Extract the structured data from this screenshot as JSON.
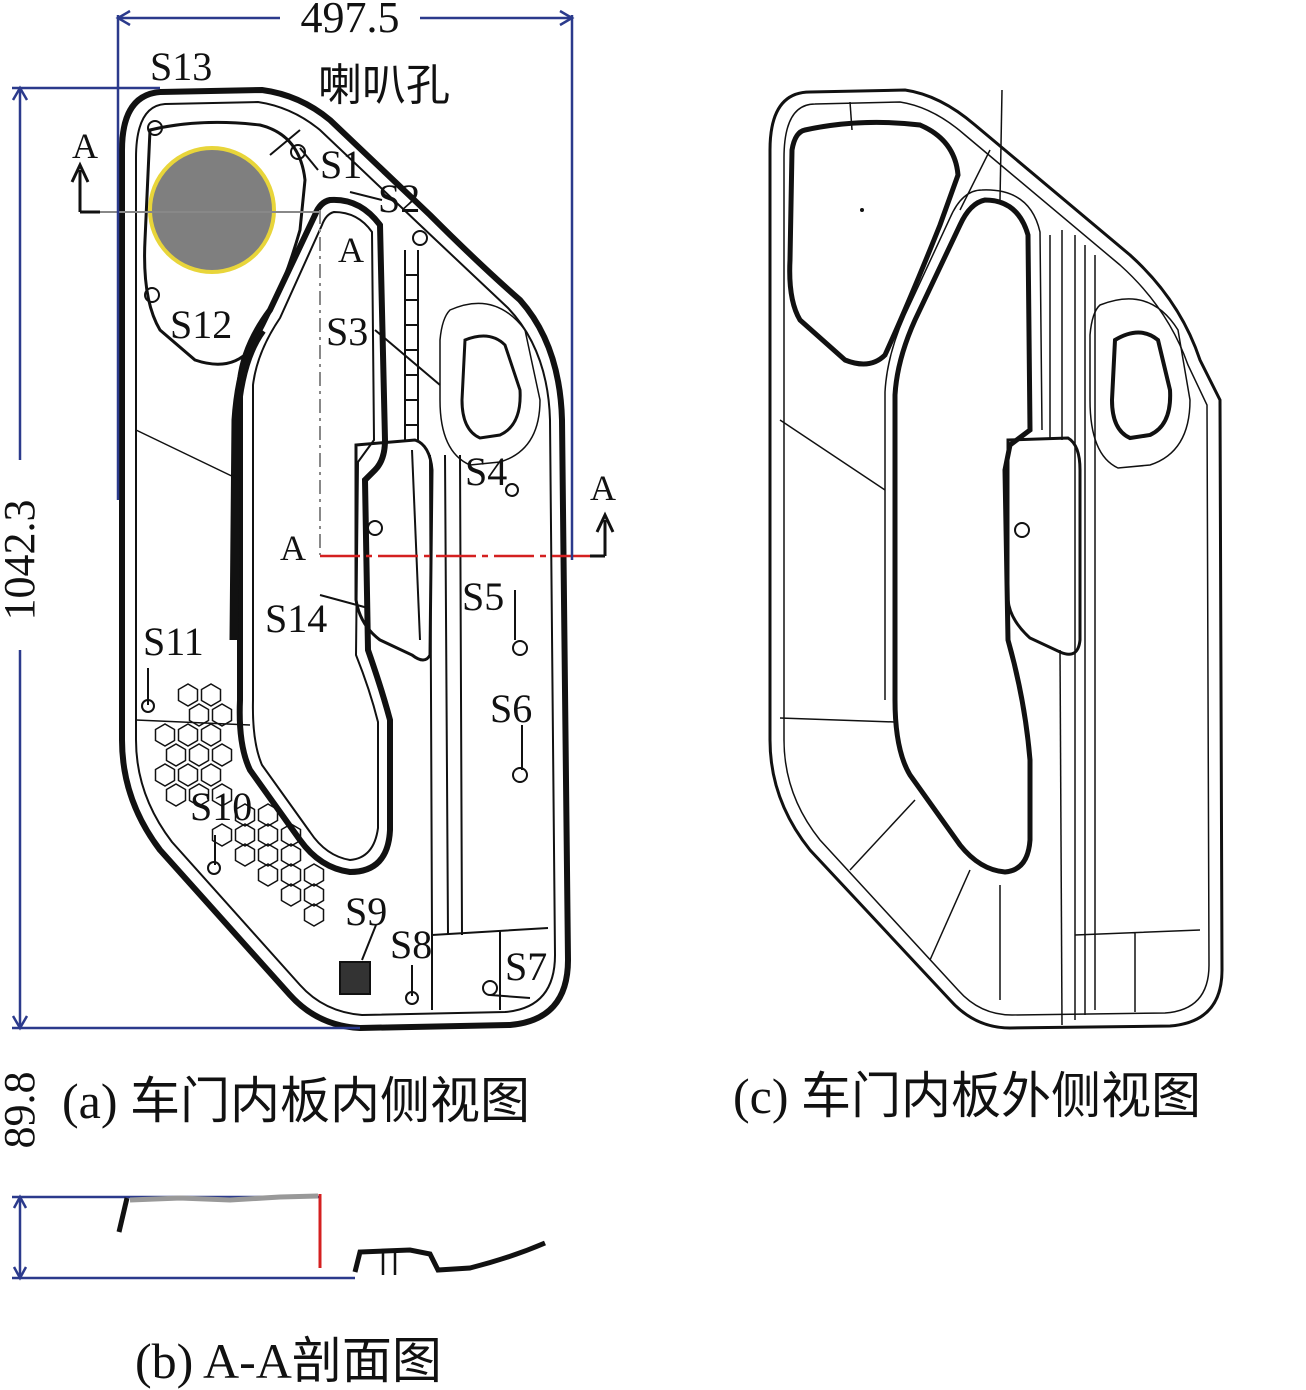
{
  "dimensions": {
    "width_value": "497.5",
    "height_value": "1042.3",
    "section_height_value": "89.8"
  },
  "speaker_hole_label": "喇叭孔",
  "section_marker": "A",
  "surface_labels": [
    "S1",
    "S2",
    "S3",
    "S4",
    "S5",
    "S6",
    "S7",
    "S8",
    "S9",
    "S10",
    "S11",
    "S12",
    "S13",
    "S14"
  ],
  "captions": {
    "inner_view": "(a) 车门内板内侧视图",
    "section_view": "(b) A-A剖面图",
    "outer_view": "(c) 车门内板外侧视图"
  },
  "colors": {
    "line": "#111111",
    "dimension": "#2b3a8c",
    "section_line": "#d42020",
    "speaker_fill": "#7f7f7f",
    "speaker_ring": "#e8d53a"
  }
}
